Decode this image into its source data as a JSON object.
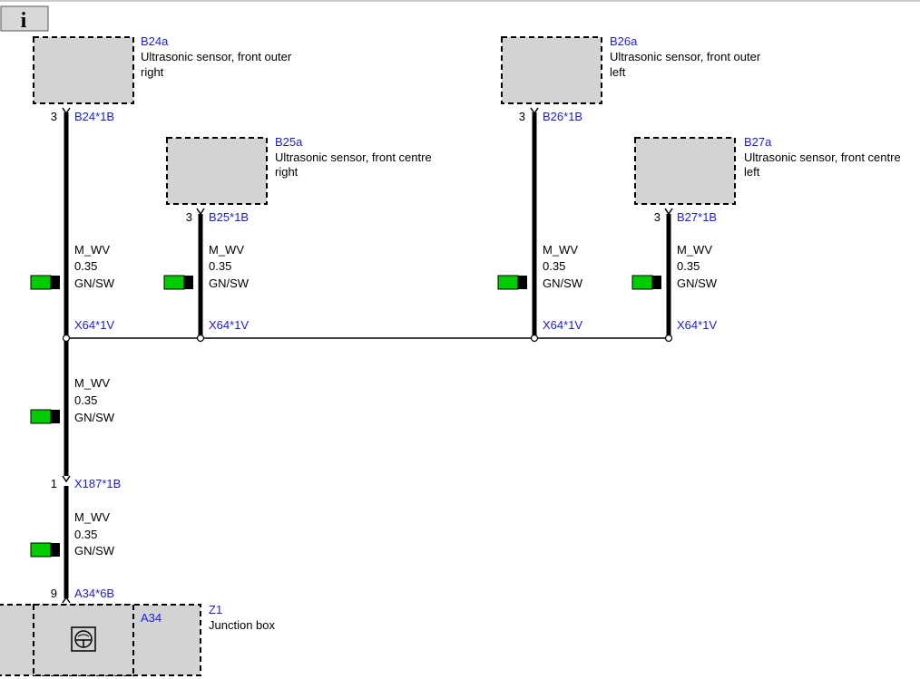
{
  "toolbar": {
    "info_button_label": "i"
  },
  "components": {
    "b24a": {
      "id": "B24a",
      "desc1": "Ultrasonic sensor, front outer",
      "desc2": "right",
      "pin": "3",
      "conn": "B24*1B"
    },
    "b25a": {
      "id": "B25a",
      "desc1": "Ultrasonic sensor, front centre",
      "desc2": "right",
      "pin": "3",
      "conn": "B25*1B"
    },
    "b26a": {
      "id": "B26a",
      "desc1": "Ultrasonic sensor, front outer",
      "desc2": "left",
      "pin": "3",
      "conn": "B26*1B"
    },
    "b27a": {
      "id": "B27a",
      "desc1": "Ultrasonic sensor, front centre",
      "desc2": "left",
      "pin": "3",
      "conn": "B27*1B"
    },
    "z1": {
      "id": "Z1",
      "desc1": "Junction box",
      "inner_id": "A34",
      "pin": "9",
      "conn": "A34*6B"
    }
  },
  "wires": {
    "w1": {
      "signal": "M_WV",
      "size": "0.35",
      "color": "GN/SW"
    },
    "w2": {
      "signal": "M_WV",
      "size": "0.35",
      "color": "GN/SW"
    },
    "w3": {
      "signal": "M_WV",
      "size": "0.35",
      "color": "GN/SW"
    },
    "w4": {
      "signal": "M_WV",
      "size": "0.35",
      "color": "GN/SW"
    },
    "w5": {
      "signal": "M_WV",
      "size": "0.35",
      "color": "GN/SW"
    },
    "w6": {
      "signal": "M_WV",
      "size": "0.35",
      "color": "GN/SW"
    }
  },
  "splices": {
    "s1": "X64*1V",
    "s2": "X64*1V",
    "s3": "X64*1V",
    "s4": "X64*1V"
  },
  "connector_x187": {
    "pin": "1",
    "conn": "X187*1B"
  },
  "colors": {
    "wire": "#000000",
    "box_fill": "#d3d3d3",
    "link_text": "#1a1ae6",
    "swatch_green": "#00cc00",
    "swatch_black": "#000000"
  },
  "icons": {
    "junction_box_symbol": "steering-wheel-icon"
  }
}
